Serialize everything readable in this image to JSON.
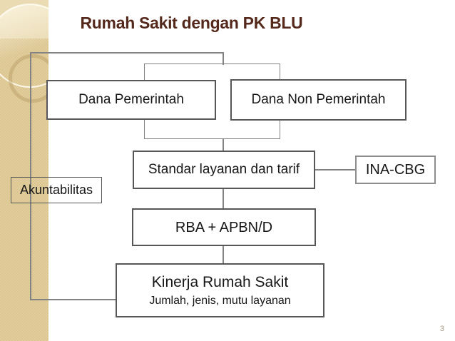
{
  "slide": {
    "title": "Rumah Sakit dengan PK BLU",
    "page_number": "3"
  },
  "diagram": {
    "boxes": {
      "dana_pemerintah": {
        "label": "Dana Pemerintah"
      },
      "dana_non_pemerintah": {
        "label": "Dana Non Pemerintah"
      },
      "standar": {
        "label": "Standar layanan dan tarif"
      },
      "ina_cbg": {
        "label": "INA-CBG"
      },
      "akuntabilitas": {
        "label": "Akuntabilitas"
      },
      "rba": {
        "label": "RBA + APBN/D"
      },
      "kinerja": {
        "title": "Kinerja Rumah Sakit",
        "subtitle": "Jumlah, jenis, mutu layanan"
      }
    }
  },
  "colors": {
    "title_text": "#54281b",
    "sidebar": "#dcc690",
    "sidebar_light": "#eee0bd",
    "connector": "#828282",
    "box_border_dark": "#575757",
    "box_border_light": "#8d8d8d",
    "box_text": "#171717",
    "page_number": "#a79d87"
  }
}
